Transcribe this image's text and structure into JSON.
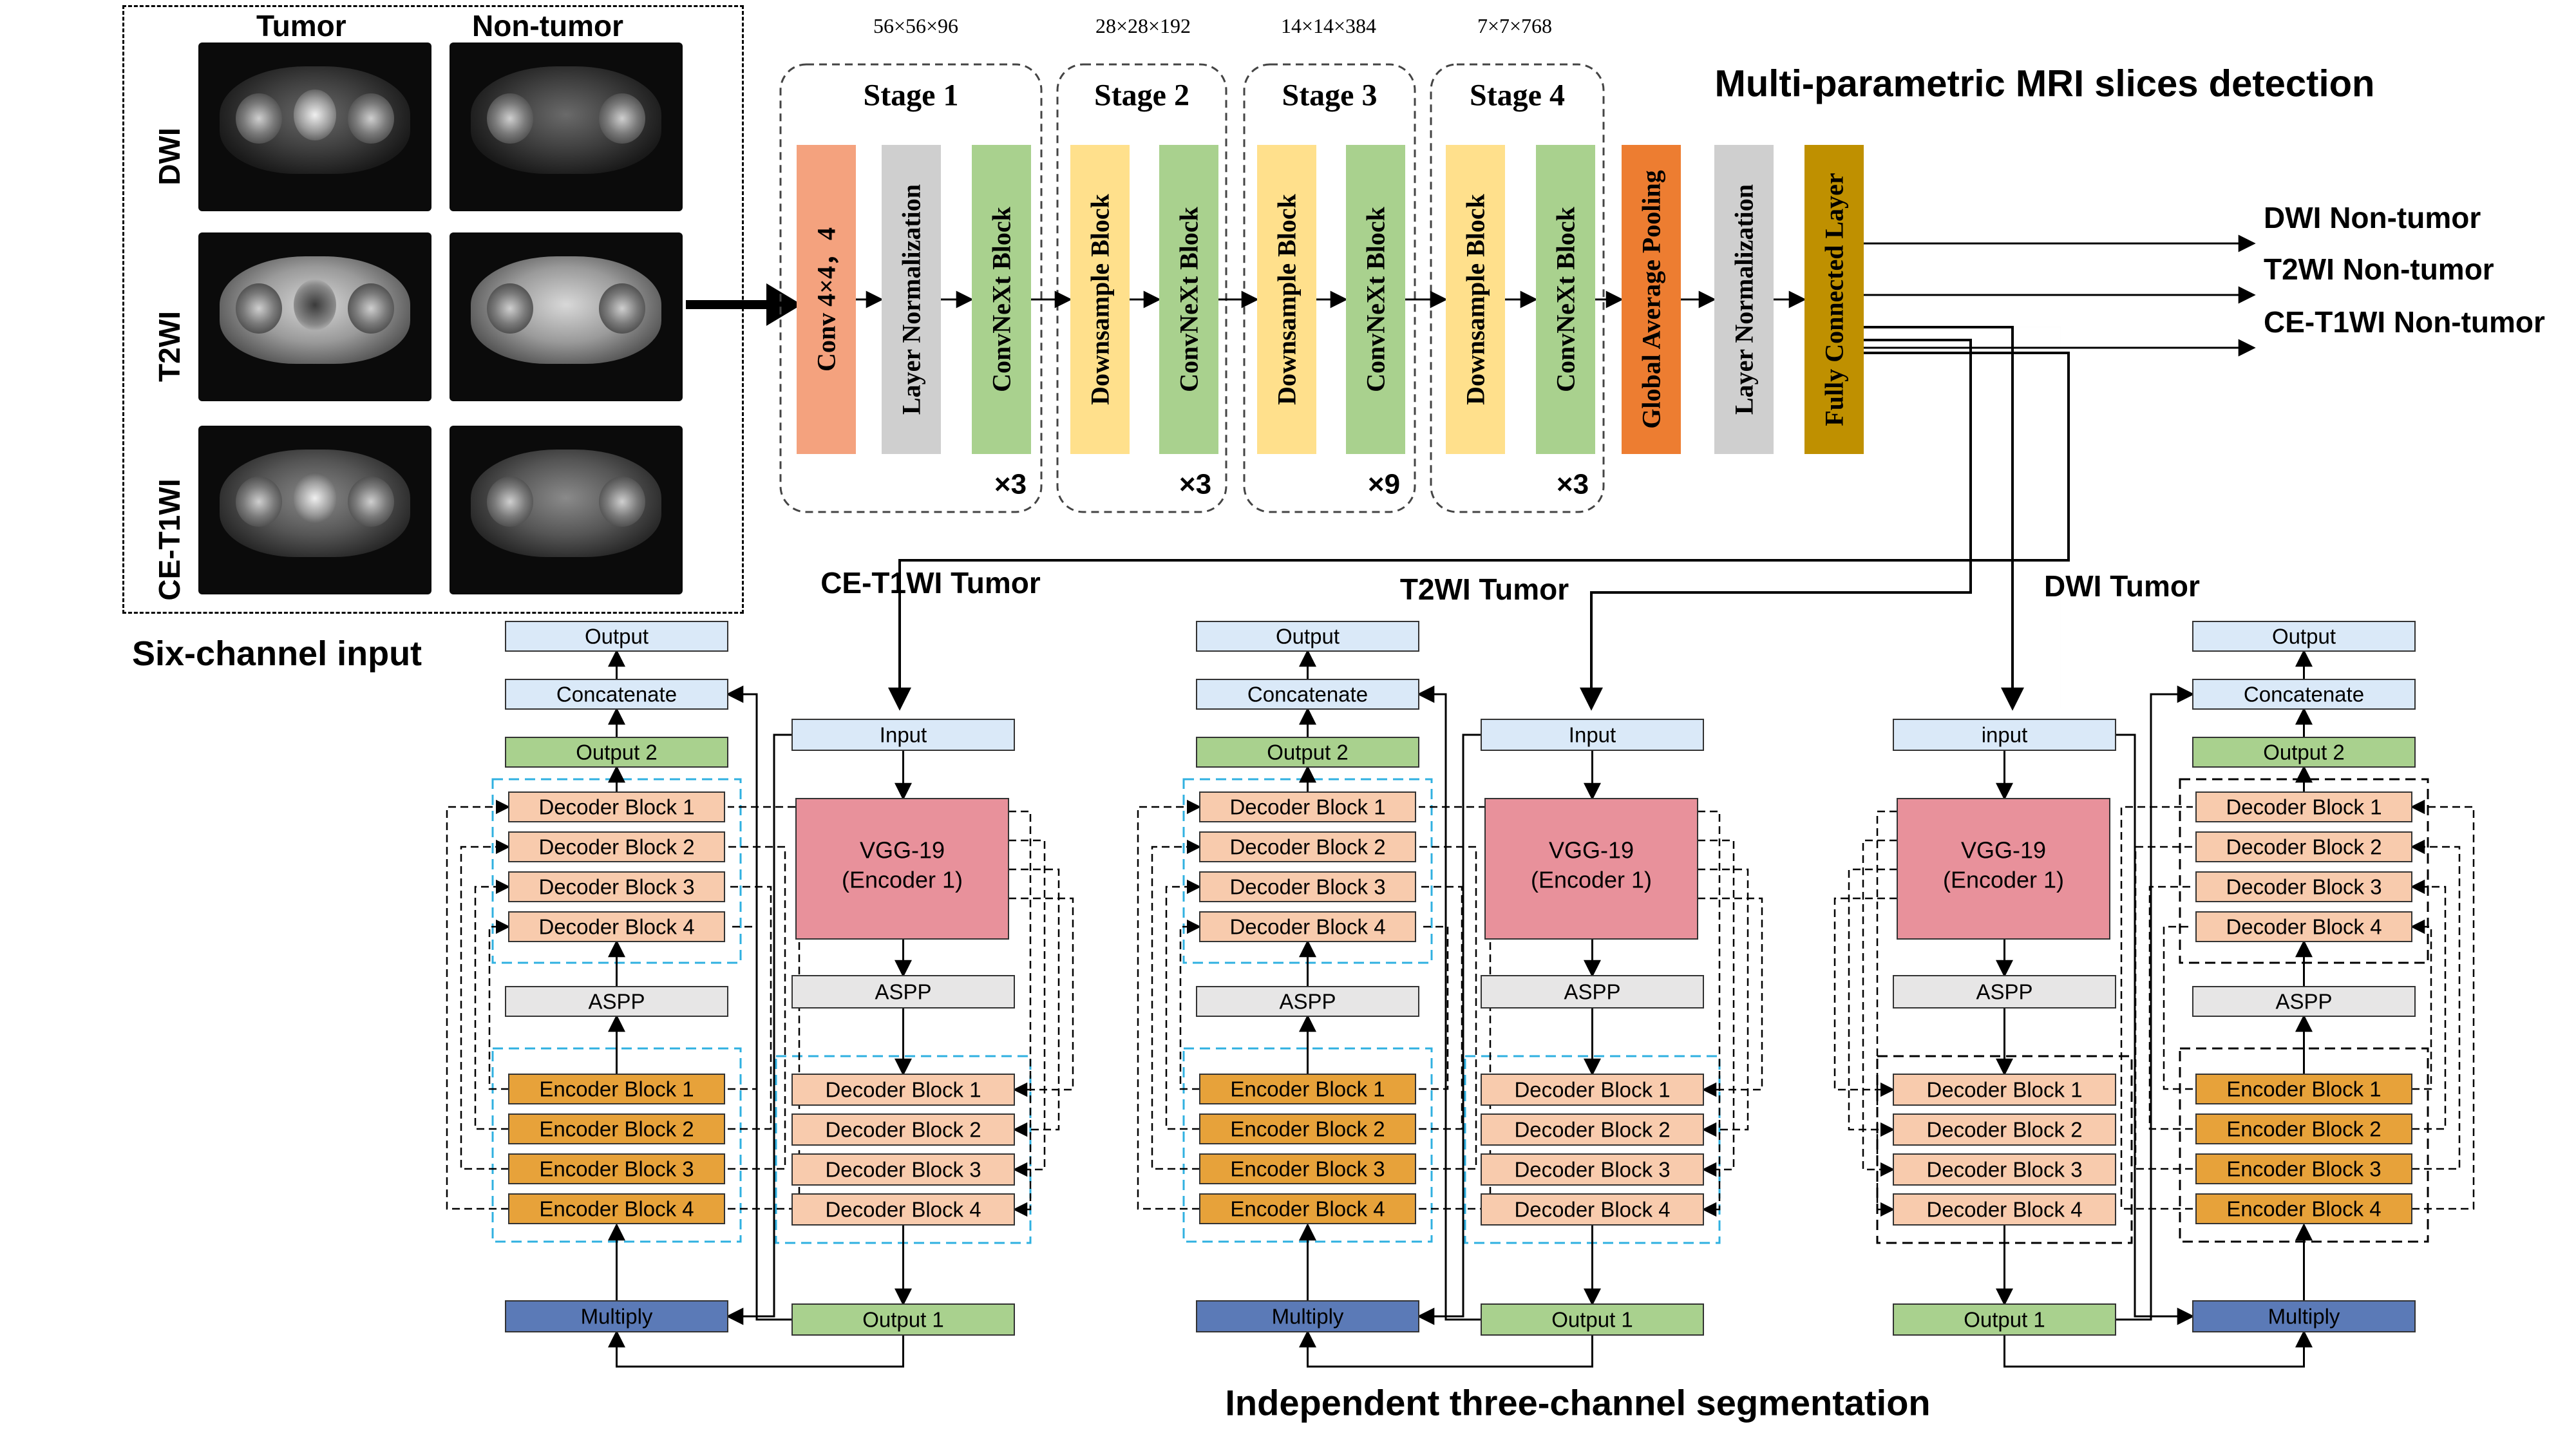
{
  "input_panel": {
    "columns": [
      "Tumor",
      "Non-tumor"
    ],
    "rows": [
      "DWI",
      "T2WI",
      "CE-T1WI"
    ],
    "caption": "Six-channel input"
  },
  "classifier": {
    "title": "Multi-parametric MRI slices detection",
    "dims": [
      "56×56×96",
      "28×28×192",
      "14×14×384",
      "7×7×768"
    ],
    "stages": [
      {
        "label": "Stage 1",
        "repeat": "×3",
        "blocks": [
          {
            "label": "Conv 4×4，4",
            "color": "#f4a27e"
          },
          {
            "label": "Layer Normalization",
            "color": "#cfcfcf"
          },
          {
            "label": "ConvNeXt Block",
            "color": "#a9d18e"
          }
        ]
      },
      {
        "label": "Stage 2",
        "repeat": "×3",
        "blocks": [
          {
            "label": "Downsample Block",
            "color": "#ffe08c"
          },
          {
            "label": "ConvNeXt Block",
            "color": "#a9d18e"
          }
        ]
      },
      {
        "label": "Stage 3",
        "repeat": "×9",
        "blocks": [
          {
            "label": "Downsample Block",
            "color": "#ffe08c"
          },
          {
            "label": "ConvNeXt Block",
            "color": "#a9d18e"
          }
        ]
      },
      {
        "label": "Stage 4",
        "repeat": "×3",
        "blocks": [
          {
            "label": "Downsample Block",
            "color": "#ffe08c"
          },
          {
            "label": "ConvNeXt Block",
            "color": "#a9d18e"
          }
        ]
      }
    ],
    "head": [
      {
        "label": "Global Average Pooling",
        "color": "#ed7d31"
      },
      {
        "label": "Layer Normalization",
        "color": "#cfcfcf"
      },
      {
        "label": "Fully Connected Layer",
        "color": "#bf9000"
      }
    ],
    "outputs": [
      "DWI Non-tumor",
      "T2WI Non-tumor",
      "CE-T1WI Non-tumor"
    ]
  },
  "segmentation": {
    "caption": "Independent three-channel segmentation",
    "branches": [
      {
        "tumor_label": "CE-T1WI Tumor",
        "encoder": {
          "title": "VGG-19",
          "subtitle": "(Encoder 1)"
        },
        "input_label": "Input",
        "aspp_label": "ASPP",
        "decoder1": [
          "Decoder Block 1",
          "Decoder Block 2",
          "Decoder Block 3",
          "Decoder Block 4"
        ],
        "output1_label": "Output  1",
        "multiply_label": "Multiply",
        "encoder2": [
          "Encoder Block 1",
          "Encoder Block 2",
          "Encoder Block 3",
          "Encoder Block 4"
        ],
        "aspp2_label": "ASPP",
        "decoder2": [
          "Decoder Block 1",
          "Decoder Block 2",
          "Decoder Block 3",
          "Decoder Block 4"
        ],
        "output2_label": "Output  2",
        "concat_label": "Concatenate",
        "final_label": "Output"
      },
      {
        "tumor_label": "T2WI Tumor",
        "encoder": {
          "title": "VGG-19",
          "subtitle": "(Encoder 1)"
        },
        "input_label": "Input",
        "aspp_label": "ASPP",
        "decoder1": [
          "Decoder Block 1",
          "Decoder Block 2",
          "Decoder Block 3",
          "Decoder Block 4"
        ],
        "output1_label": "Output  1",
        "multiply_label": "Multiply",
        "encoder2": [
          "Encoder Block 1",
          "Encoder Block 2",
          "Encoder Block 3",
          "Encoder Block 4"
        ],
        "aspp2_label": "ASPP",
        "decoder2": [
          "Decoder Block 1",
          "Decoder Block 2",
          "Decoder Block 3",
          "Decoder Block 4"
        ],
        "output2_label": "Output  2",
        "concat_label": "Concatenate",
        "final_label": "Output"
      },
      {
        "tumor_label": "DWI Tumor",
        "encoder": {
          "title": "VGG-19",
          "subtitle": "(Encoder 1)"
        },
        "input_label": "input",
        "aspp_label": "ASPP",
        "decoder1": [
          "Decoder Block 1",
          "Decoder Block 2",
          "Decoder Block 3",
          "Decoder Block 4"
        ],
        "output1_label": "Output  1",
        "multiply_label": "Multiply",
        "encoder2": [
          "Encoder Block 1",
          "Encoder Block 2",
          "Encoder Block 3",
          "Encoder Block 4"
        ],
        "aspp2_label": "ASPP",
        "decoder2": [
          "Decoder Block 1",
          "Decoder Block 2",
          "Decoder Block 3",
          "Decoder Block 4"
        ],
        "output2_label": "Output  2",
        "concat_label": "Concatenate",
        "final_label": "Output"
      }
    ]
  },
  "colors": {
    "output_box": "#dae9f8",
    "concat_box": "#dae9f8",
    "output2_box": "#a9d18e",
    "output1_box": "#a9d18e",
    "input_box": "#dae9f8",
    "decoder_block": "#f8cbad",
    "encoder_block": "#e7a23a",
    "vgg_box": "#e8919b",
    "aspp_box": "#e7e6e6",
    "multiply_box": "#5b7ab7",
    "cyan_dash": "#2fb0e0"
  }
}
